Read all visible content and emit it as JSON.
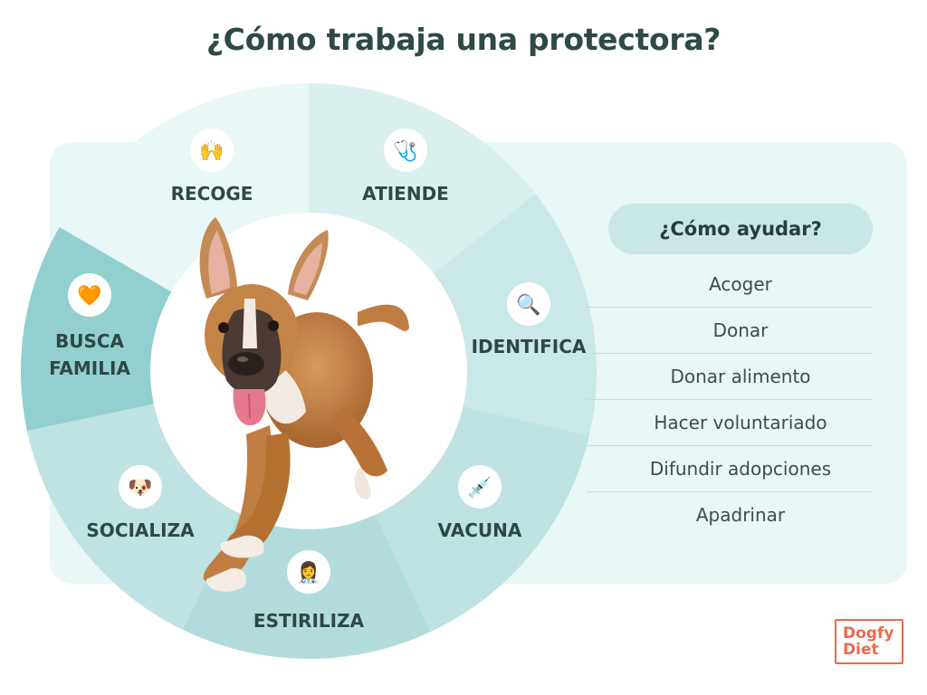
{
  "title": "¿Cómo trabaja una protectora?",
  "wheel": {
    "center_image": "running-puppy",
    "steps": [
      {
        "id": "recoge",
        "label_lines": [
          "RECOGE"
        ],
        "icon": "raised-hands-icon",
        "glyph": "🙌",
        "fill": "#eaf7f7"
      },
      {
        "id": "atiende",
        "label_lines": [
          "ATIENDE"
        ],
        "icon": "stethoscope-icon",
        "glyph": "🩺",
        "fill": "#d9f0ef"
      },
      {
        "id": "identifica",
        "label_lines": [
          "IDENTIFICA"
        ],
        "icon": "magnifier-icon",
        "glyph": "🔍",
        "fill": "#c9e8e7"
      },
      {
        "id": "vacuna",
        "label_lines": [
          "VACUNA"
        ],
        "icon": "syringe-icon",
        "glyph": "💉",
        "fill": "#bde2e1"
      },
      {
        "id": "estiriliza",
        "label_lines": [
          "ESTIRILIZA"
        ],
        "icon": "health-worker-icon",
        "glyph": "👩‍⚕️",
        "fill": "#b1dcdb"
      },
      {
        "id": "socializa",
        "label_lines": [
          "SOCIALIZA"
        ],
        "icon": "dog-face-icon",
        "glyph": "🐶",
        "fill": "#bfe3e2"
      },
      {
        "id": "busca-familia",
        "label_lines": [
          "BUSCA",
          "FAMILIA"
        ],
        "icon": "orange-heart-icon",
        "glyph": "🧡",
        "fill": "#92d0cf"
      }
    ]
  },
  "help": {
    "heading": "¿Cómo ayudar?",
    "items": [
      "Acoger",
      "Donar",
      "Donar alimento",
      "Hacer voluntariado",
      "Difundir adopciones",
      "Apadrinar"
    ]
  },
  "logo": {
    "line1": "Dogfy",
    "line2": "Diet"
  },
  "colors": {
    "title": "#2d4a46",
    "panel": "#eaf7f7",
    "pill": "#c8e7e6",
    "logo": "#ea6b4c"
  }
}
